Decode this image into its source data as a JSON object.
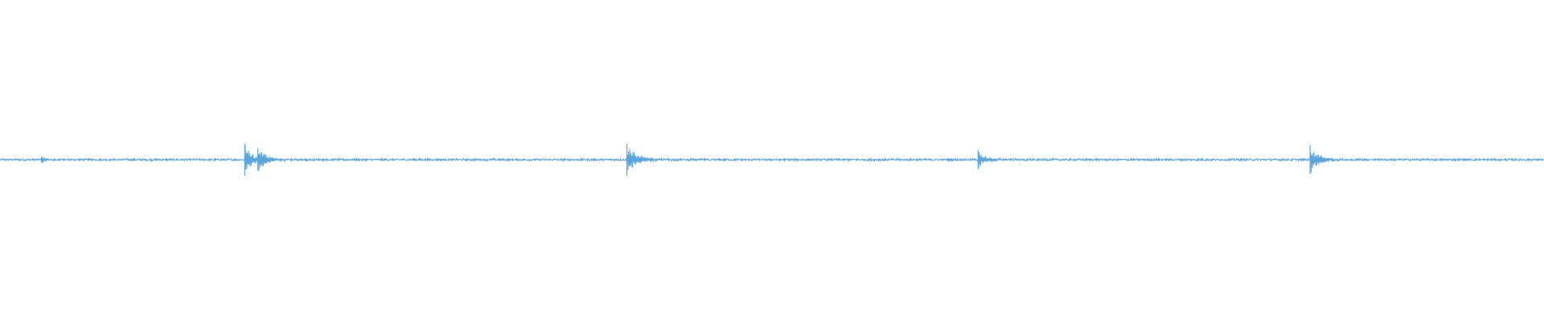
{
  "waveform": {
    "color": "#5aa5dc",
    "background": "#ffffff",
    "duration": 1.0,
    "amplitude_range": [
      -1,
      1
    ],
    "baseline_noise_level": 0.006,
    "events": [
      {
        "time": 0.027,
        "peak": 0.02,
        "decay": 0.004
      },
      {
        "time": 0.1585,
        "peak": 0.1,
        "decay": 0.005
      },
      {
        "time": 0.167,
        "peak": 0.07,
        "decay": 0.006
      },
      {
        "time": 0.406,
        "peak": 0.1,
        "decay": 0.007
      },
      {
        "time": 0.6335,
        "peak": 0.06,
        "decay": 0.005
      },
      {
        "time": 0.8485,
        "peak": 0.09,
        "decay": 0.006
      }
    ]
  }
}
